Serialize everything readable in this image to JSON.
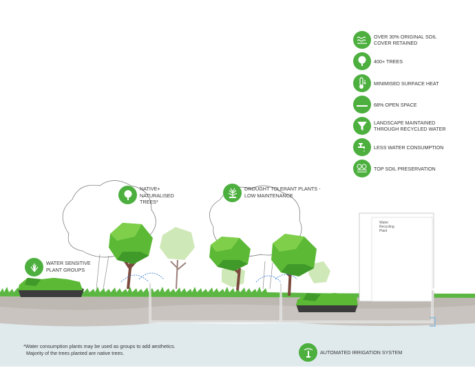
{
  "legend": [
    {
      "icon": "soil-icon",
      "text": "OVER 30% ORIGINAL SOIL COVER RETAINED",
      "line1": "OVER 30% ORIGINAL SOIL",
      "line2": "COVER RETAINED"
    },
    {
      "icon": "tree-icon",
      "text": "400+ TREES",
      "line1": "400+ TREES",
      "line2": ""
    },
    {
      "icon": "thermometer-icon",
      "text": "MINIMISED SURFACE HEAT",
      "line1": "MINIMISED SURFACE HEAT",
      "line2": ""
    },
    {
      "icon": "open-space-icon",
      "text": "68% OPEN SPACE",
      "line1": "68% OPEN SPACE",
      "line2": ""
    },
    {
      "icon": "funnel-icon",
      "text": "LANDSCAPE MAINTAINED THROUGH RECYCLED WATER",
      "line1": "LANDSCAPE MAINTAINED",
      "line2": "THROUGH RECYCLED WATER"
    },
    {
      "icon": "tap-icon",
      "text": "LESS WATER CONSUMPTION",
      "line1": "LESS WATER CONSUMPTION",
      "line2": ""
    },
    {
      "icon": "top-soil-icon",
      "text": "TOP SOIL PRESERVATION",
      "line1": "TOP SOIL PRESERVATION",
      "line2": ""
    }
  ],
  "callouts": {
    "native_trees": {
      "line1": "NATIVE+",
      "line2": "NATURALISED",
      "line3": "TREES*"
    },
    "drought_plants": {
      "line1": "DROUGHT TOLERANT PLANTS -",
      "line2": "LOW MAINTENANCE"
    },
    "water_sensitive": {
      "line1": "WATER SENSITIVE",
      "line2": "PLANT GROUPS"
    },
    "irrigation": {
      "line1": "AUTOMATED IRRIGATION SYSTEM"
    }
  },
  "plant_label": {
    "line1": "Water",
    "line2": "Recycling",
    "line3": "Plant"
  },
  "note": {
    "line1": "*Water consumption plants may be used as groups to add aesthetics.",
    "line2": "Majority of the trees planted are native trees."
  },
  "colors": {
    "accent": "#4caf3e",
    "dark_green": "#2f8f2f",
    "light_green": "#8fd16a",
    "soil": "#c7c2bd",
    "water": "#dfe9ec"
  }
}
